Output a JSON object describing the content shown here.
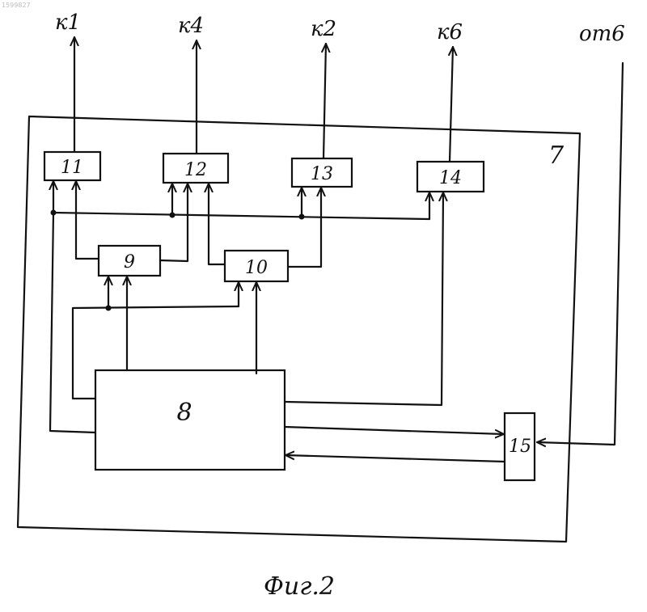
{
  "corner_id": "1599827",
  "outputs": {
    "k1": "к1",
    "k4": "к4",
    "k2": "к2",
    "k6": "к6",
    "from6": "от6"
  },
  "blocks": {
    "b7": "7",
    "b8": "8",
    "b9": "9",
    "b10": "10",
    "b11": "11",
    "b12": "12",
    "b13": "13",
    "b14": "14",
    "b15": "15"
  },
  "caption": "Фиг.2"
}
